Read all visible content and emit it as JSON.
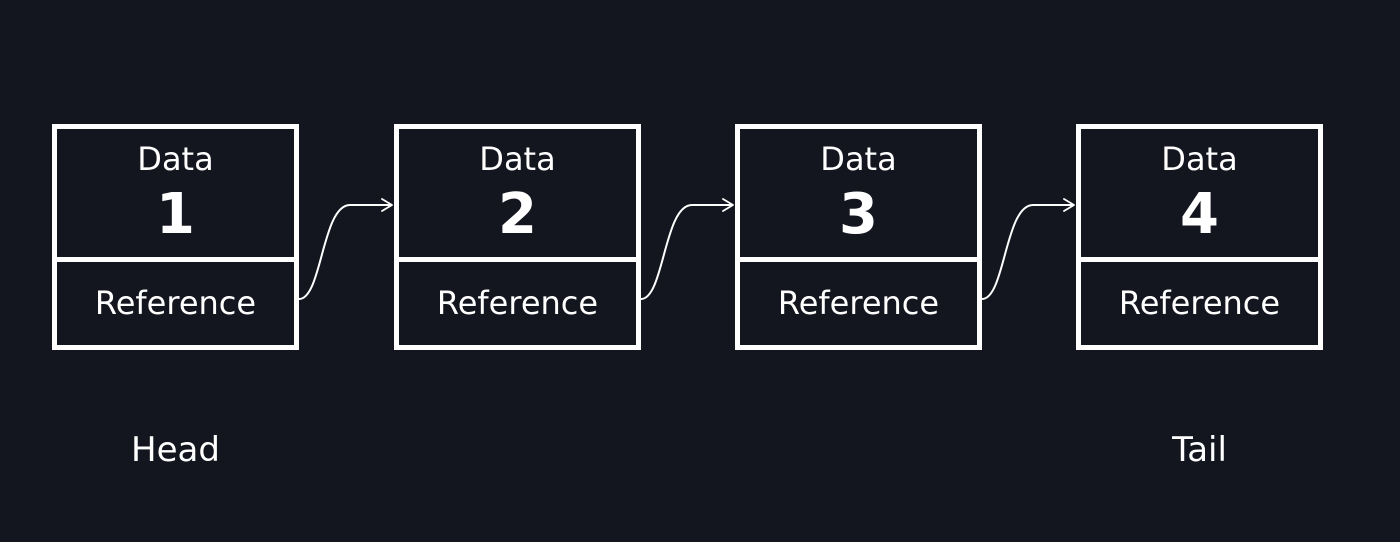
{
  "nodes": [
    {
      "data_label": "Data",
      "value": "1",
      "reference_label": "Reference"
    },
    {
      "data_label": "Data",
      "value": "2",
      "reference_label": "Reference"
    },
    {
      "data_label": "Data",
      "value": "3",
      "reference_label": "Reference"
    },
    {
      "data_label": "Data",
      "value": "4",
      "reference_label": "Reference"
    }
  ],
  "captions": {
    "head": "Head",
    "tail": "Tail"
  },
  "colors": {
    "background": "#14161f",
    "foreground": "#ffffff"
  }
}
